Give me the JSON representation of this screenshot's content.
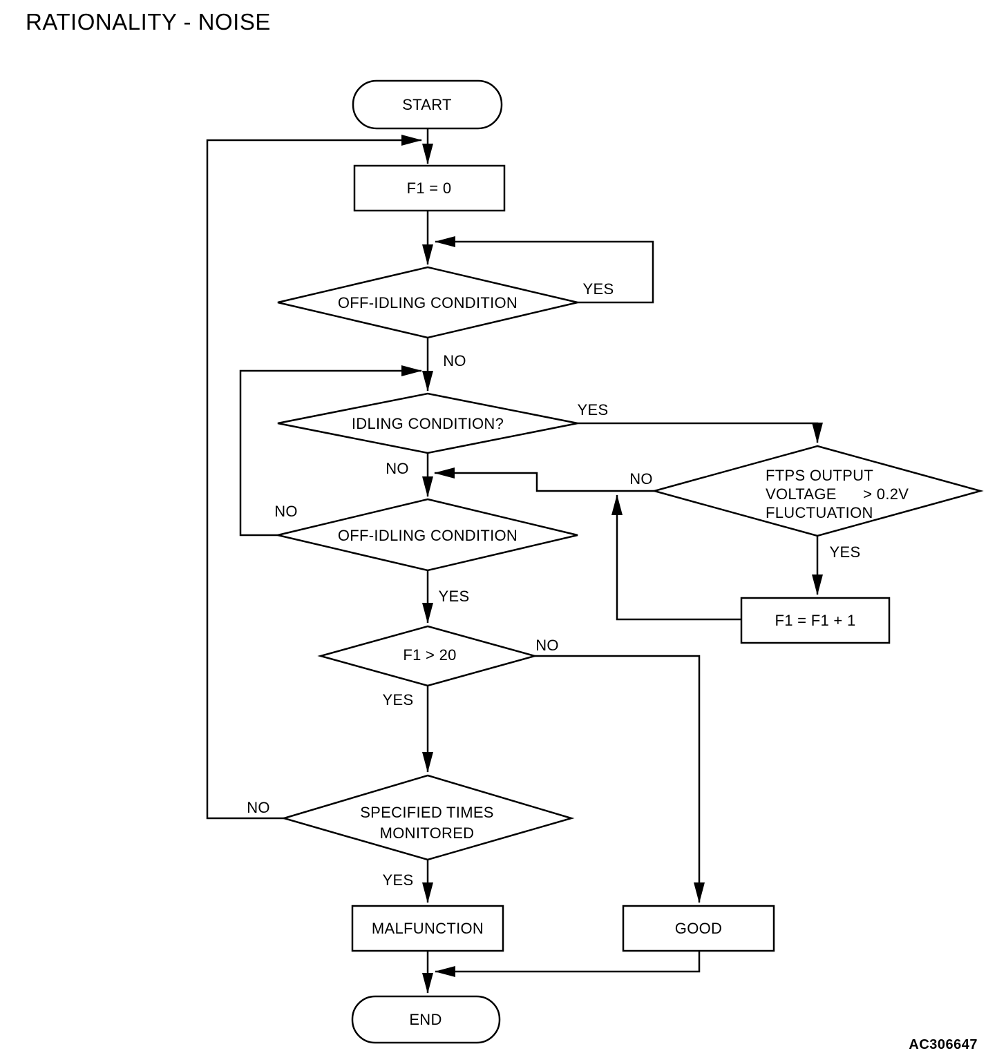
{
  "title": "RATIONALITY - NOISE",
  "figure_id": "AC306647",
  "nodes": {
    "start": {
      "label": "START"
    },
    "f1_init": {
      "label": "F1 = 0"
    },
    "off_idling_1": {
      "label": "OFF-IDLING CONDITION"
    },
    "idling": {
      "label": "IDLING CONDITION?"
    },
    "ftps": {
      "lines": [
        "FTPS OUTPUT",
        "VOLTAGE      > 0.2V",
        "FLUCTUATION"
      ]
    },
    "f1_increment": {
      "label": "F1 = F1 + 1"
    },
    "off_idling_2": {
      "label": "OFF-IDLING CONDITION"
    },
    "f1_gt_20": {
      "label": "F1 > 20"
    },
    "specified_times": {
      "lines": [
        "SPECIFIED TIMES",
        "MONITORED"
      ]
    },
    "malfunction": {
      "label": "MALFUNCTION"
    },
    "good": {
      "label": "GOOD"
    },
    "end": {
      "label": "END"
    }
  },
  "edge_labels": {
    "d1_yes": "YES",
    "d1_no": "NO",
    "d2_yes": "YES",
    "d2_no": "NO",
    "ftps_no": "NO",
    "ftps_yes": "YES",
    "d3_no": "NO",
    "d3_yes": "YES",
    "d4_no": "NO",
    "d4_yes": "YES",
    "d5_no": "NO",
    "d5_yes": "YES"
  },
  "colors": {
    "line": "#000000",
    "background": "#ffffff"
  }
}
